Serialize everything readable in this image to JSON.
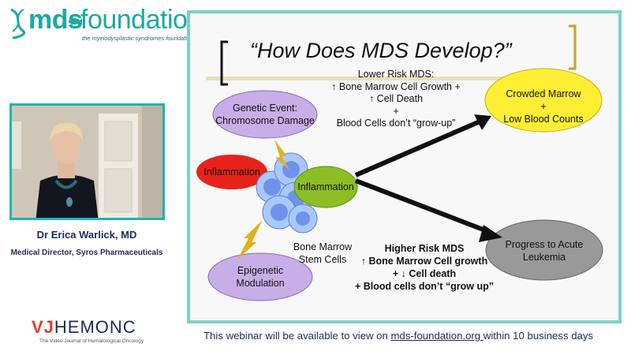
{
  "logo": {
    "mds": "mds",
    "foundation": "foundation",
    "tagline": "the myelodysplastic syndromes foundation, inc."
  },
  "speaker": {
    "name": "Dr Erica Warlick, MD",
    "title": "Medical Director, Syros Pharmaceuticals"
  },
  "brand": {
    "vj": "VJ",
    "hemonc": "HEMONC",
    "subtitle": "The Video Journal of Hematological Oncology"
  },
  "footer": {
    "prefix": "This webinar will be available to view on ",
    "link": "mds-foundation.org ",
    "suffix": "within 10 business days"
  },
  "slide": {
    "title": "“How Does MDS Develop?”",
    "lower_risk": [
      "Lower Risk MDS:",
      "↑ Bone Marrow Cell Growth +",
      "↑ Cell Death",
      "+",
      "Blood Cells don’t “grow-up”"
    ],
    "genetic_event": [
      "Genetic Event:",
      "Chromosome Damage"
    ],
    "crowded": [
      "Crowded Marrow",
      "+",
      "Low Blood Counts"
    ],
    "inflammation_red": "Inflammation",
    "inflammation_green": "Inflammation",
    "bone_marrow": [
      "Bone Marrow",
      "Stem Cells"
    ],
    "higher_risk": [
      "Higher Risk MDS",
      "↑ Bone Marrow Cell growth",
      "+ ↓ Cell death",
      "+ Blood cells don’t “grow up”"
    ],
    "progress": [
      "Progress to Acute",
      "Leukemia"
    ],
    "epigenetic": [
      "Epigenetic",
      "Modulation"
    ]
  }
}
